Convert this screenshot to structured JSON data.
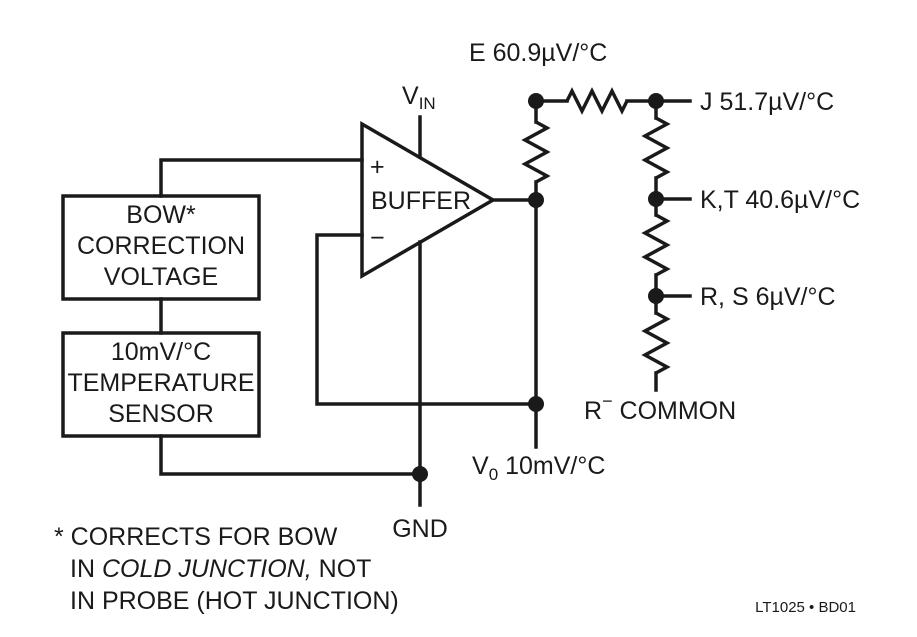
{
  "blocks": {
    "bow_box": {
      "line1": "BOW*",
      "line2": "CORRECTION",
      "line3": "VOLTAGE"
    },
    "sensor_box": {
      "line1": "10mV/°C",
      "line2": "TEMPERATURE",
      "line3": "SENSOR"
    }
  },
  "buffer": {
    "plus": "+",
    "minus": "−",
    "label": "BUFFER"
  },
  "pins": {
    "vin_main": "V",
    "vin_sub": "IN",
    "gnd": "GND"
  },
  "outputs": {
    "e": "E 60.9µV/°C",
    "j": "J 51.7µV/°C",
    "kt": "K,T 40.6µV/°C",
    "rs": "R, S 6µV/°C",
    "rminus_main": "R",
    "rminus_sup": "−",
    "rminus_rest": " COMMON",
    "vo_main": "V",
    "vo_sub": "0",
    "vo_rest": " 10mV/°C"
  },
  "footnote": {
    "line1": "* CORRECTS FOR BOW",
    "line2_pre": "IN ",
    "line2_italic": "COLD JUNCTION,",
    "line2_post": " NOT",
    "line3": "IN PROBE (HOT JUNCTION)"
  },
  "figure_id": "LT1025 • BD01"
}
